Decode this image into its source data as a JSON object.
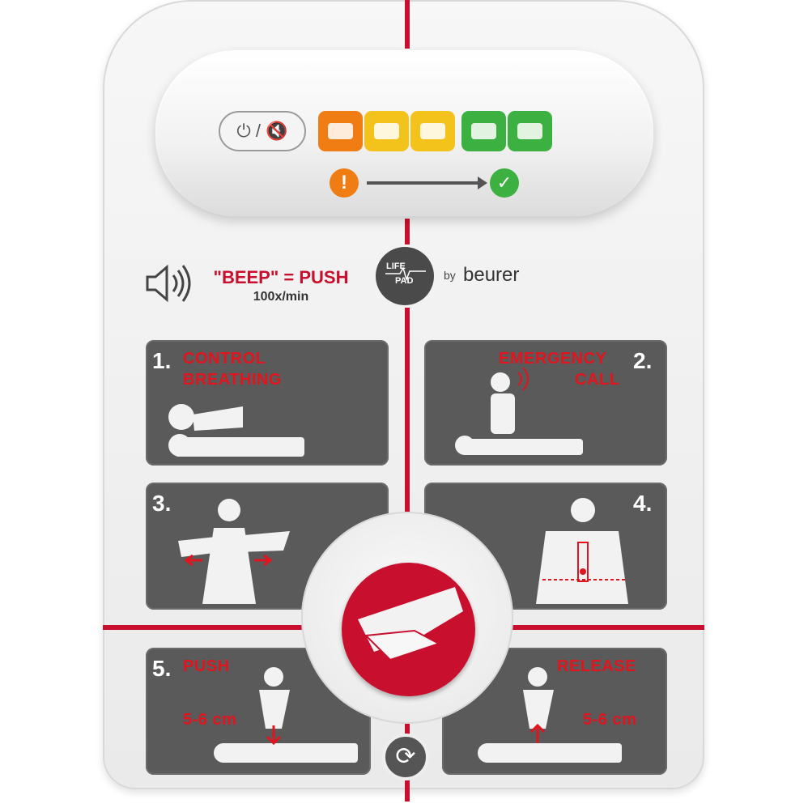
{
  "device": {
    "power_mute_symbol": "⏻ / 🔇",
    "leds": [
      {
        "color": "#f07d14"
      },
      {
        "color": "#f3c21b"
      },
      {
        "color": "#f3c21b"
      },
      {
        "color": "#3cb040"
      },
      {
        "color": "#3cb040"
      }
    ],
    "warn_icon": "!",
    "ok_icon": "✓"
  },
  "header": {
    "beep_push": "\"BEEP\" = PUSH",
    "rate": "100x/min",
    "logo_line1": "LIFE",
    "logo_line2": "PAD",
    "by": "by",
    "brand": "beurer"
  },
  "steps": [
    {
      "number": "1.",
      "line1": "CONTROL",
      "line2": "BREATHING"
    },
    {
      "number": "2.",
      "line1": "EMERGENCY",
      "line2": "CALL"
    },
    {
      "number": "3."
    },
    {
      "number": "4."
    },
    {
      "number": "5.",
      "line1": "PUSH",
      "depth": "5-6 cm"
    },
    {
      "number": "",
      "line1": "RELEASE",
      "depth": "5-6 cm"
    }
  ],
  "colors": {
    "accent_red": "#c8102e",
    "panel_gray": "#5a5a5a",
    "orange": "#f07d14",
    "green": "#3cb040"
  },
  "icons": {
    "speaker": "speaker-icon",
    "refresh": "refresh-icon"
  }
}
